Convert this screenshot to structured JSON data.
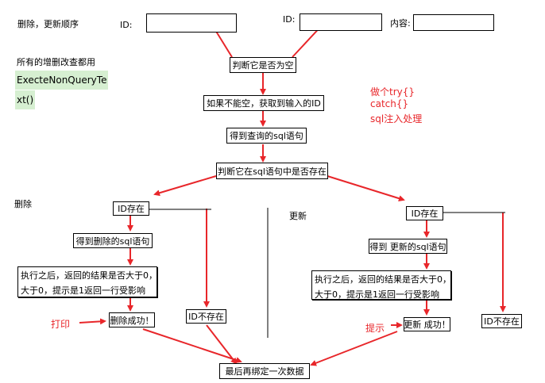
{
  "header": {
    "delete_update_order": "删除，更新顺序",
    "id_label_1": "ID:",
    "id_label_2": "ID:",
    "content_label": "内容:"
  },
  "notes": {
    "all_crud": "所有的增删改查都用",
    "method_line1": "ExecteNonQueryTe",
    "method_line2": "xt()",
    "try_line1": "做个try{}",
    "try_line2": "catch{}",
    "try_line3": "sql注入处理"
  },
  "flow": {
    "check_empty": "判断它是否为空",
    "get_id": "如果不能空，获取到输入的ID",
    "get_query_sql": "得到查询的sql语句",
    "check_exists": "判断它在sql语句中是否存在",
    "final_bind": "最后再绑定一次数据"
  },
  "delete_branch": {
    "title": "删除",
    "id_exists": "ID存在",
    "get_delete_sql": "得到删除的sql语句",
    "exec_line1": "执行之后，返回的结果是否大于0，",
    "exec_line2": "大于0，提示是1返回一行受影响",
    "success": "删除成功！",
    "not_exists": "ID不存在",
    "print_label": "打印"
  },
  "update_branch": {
    "title": "更新",
    "id_exists": "ID存在",
    "get_update_sql": "得到 更新的sql语句",
    "exec_line1": "执行之后，返回的结果是否大于0，",
    "exec_line2": "大于0，提示是1返回一行受影响",
    "success": "更新 成功！",
    "not_exists": "ID不存在",
    "hint_label": "提示"
  },
  "colors": {
    "arrow": "#e8262a",
    "highlight": "#d6efd1",
    "line": "#000000"
  }
}
